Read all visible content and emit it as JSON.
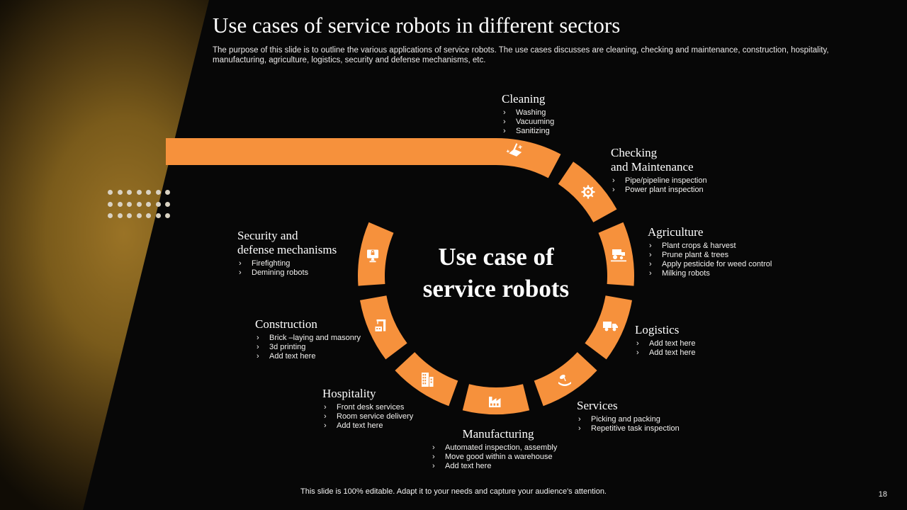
{
  "slide": {
    "title": "Use cases of service robots in different sectors",
    "subtitle": "The purpose of this slide is to outline the various applications of service robots. The use cases discusses are cleaning, checking and maintenance, construction, hospitality, manufacturing, agriculture, logistics, security and defense mechanisms, etc.",
    "footer": "This slide is 100% editable. Adapt it to your needs and capture your audience's attention.",
    "page_number": "18"
  },
  "center": {
    "line1": "Use case of",
    "line2": "service robots"
  },
  "colors": {
    "accent_orange": "#F6913C",
    "background": "#070707",
    "gold_gradient": "#9a7326",
    "dot": "#d9d2c3",
    "text": "#ffffff"
  },
  "sectors": [
    {
      "id": "cleaning",
      "heading_lines": [
        "Cleaning"
      ],
      "icon": "broom-icon",
      "items": [
        "Washing",
        "Vacuuming",
        "Sanitizing"
      ]
    },
    {
      "id": "checking",
      "heading_lines": [
        "Checking",
        "and Maintenance"
      ],
      "icon": "gear-wrench-icon",
      "items": [
        "Pipe/pipeline inspection",
        "Power plant inspection"
      ]
    },
    {
      "id": "agriculture",
      "heading_lines": [
        "Agriculture"
      ],
      "icon": "harvester-icon",
      "items": [
        "Plant crops & harvest",
        "Prune plant & trees",
        "Apply pesticide for weed control",
        "Milking robots"
      ]
    },
    {
      "id": "logistics",
      "heading_lines": [
        "Logistics"
      ],
      "icon": "truck-icon",
      "items": [
        "Add text here",
        "Add text here"
      ]
    },
    {
      "id": "services",
      "heading_lines": [
        "Services"
      ],
      "icon": "hand-leaf-icon",
      "items": [
        "Picking and packing",
        "Repetitive task inspection"
      ]
    },
    {
      "id": "manufacturing",
      "heading_lines": [
        "Manufacturing"
      ],
      "icon": "factory-icon",
      "items": [
        "Automated inspection, assembly",
        "Move good within a warehouse",
        "Add text here"
      ]
    },
    {
      "id": "hospitality",
      "heading_lines": [
        "Hospitality"
      ],
      "icon": "building-icon",
      "items": [
        "Front desk services",
        "Room service delivery",
        "Add text here"
      ]
    },
    {
      "id": "construction",
      "heading_lines": [
        "Construction"
      ],
      "icon": "crane-icon",
      "items": [
        "Brick –laying and masonry",
        "3d printing",
        "Add text here"
      ]
    },
    {
      "id": "security",
      "heading_lines": [
        "Security and",
        "defense mechanisms"
      ],
      "icon": "monitor-lock-icon",
      "items": [
        "Firefighting",
        "Demining robots"
      ]
    }
  ]
}
